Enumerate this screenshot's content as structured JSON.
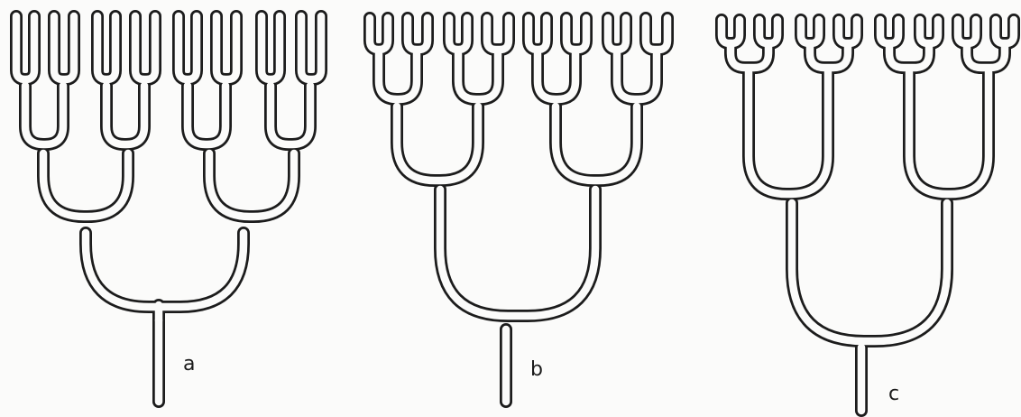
{
  "panels": [
    {
      "label": "a"
    },
    {
      "label": "b"
    },
    {
      "label": "c"
    }
  ],
  "colors": {
    "background": "#fbfbfa",
    "line": "#1c1c1c"
  }
}
